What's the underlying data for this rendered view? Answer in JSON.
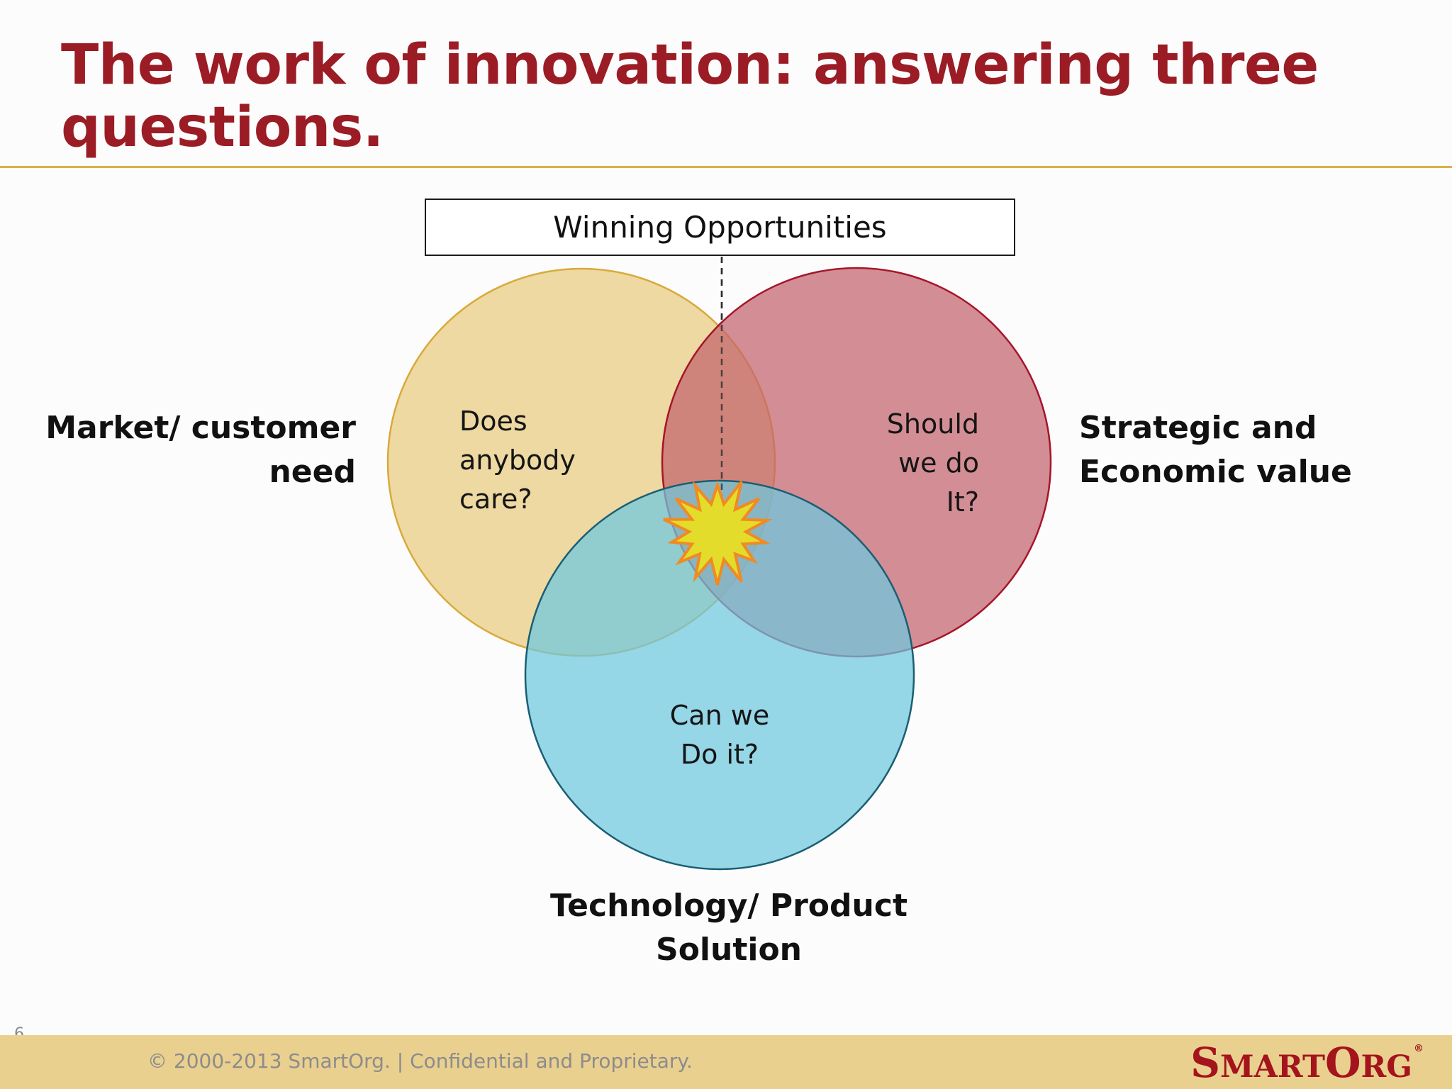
{
  "slide": {
    "title": "The work of innovation: answering three questions.",
    "page_number": "6"
  },
  "diagram": {
    "callout": "Winning Opportunities",
    "circles": {
      "market": {
        "lines": [
          "Does",
          "anybody",
          "care?"
        ],
        "color": "#e8cc7e"
      },
      "strategic": {
        "lines": [
          "Should",
          "we do",
          "It?"
        ],
        "color": "#c4626c"
      },
      "technology": {
        "lines": [
          "Can we",
          "Do it?"
        ],
        "color": "#6ec8df"
      }
    },
    "labels": {
      "market": [
        "Market/ customer",
        "need"
      ],
      "strategic": [
        "Strategic and",
        "Economic value"
      ],
      "technology": [
        "Technology/ Product",
        "Solution"
      ]
    },
    "starburst_color": "#e3dc2a"
  },
  "footer": {
    "copyright": "© 2000-2013 SmartOrg.  |  Confidential and Proprietary.",
    "logo": {
      "s": "S",
      "mart": "MART",
      "o": "O",
      "rg": "RG",
      "reg": "®"
    }
  }
}
